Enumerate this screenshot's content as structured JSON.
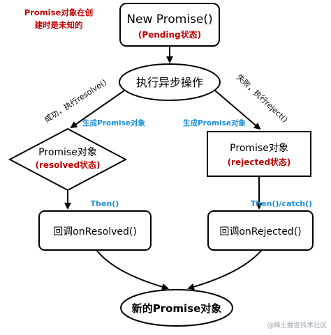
{
  "annotation": {
    "line1": "Promise对象在创",
    "line2": "建时是未知的"
  },
  "nodes": {
    "new_promise": {
      "title": "New Promise()",
      "state": "(Pending状态)"
    },
    "execute": {
      "label": "执行异步操作"
    },
    "resolved": {
      "title": "Promise对象",
      "state": "(resolved状态)"
    },
    "rejected": {
      "title": "Promise对象",
      "state": "(rejected状态)"
    },
    "on_resolved": {
      "label": "回调onResolved()"
    },
    "on_rejected": {
      "label": "回调onRejected()"
    },
    "new_object": {
      "label": "新的Promise对象"
    }
  },
  "edges": {
    "success": "成功，执行resolve()",
    "fail": "失败，执行reject()",
    "gen_left": "生成Promise对象",
    "gen_right": "生成Promise对象",
    "then": "Then()",
    "then_catch": "Then()/catch()"
  },
  "watermark": "@稀土掘金技术社区",
  "colors": {
    "state_red": "#c00000",
    "label_blue": "#1a8fd6",
    "stroke": "#000000"
  }
}
